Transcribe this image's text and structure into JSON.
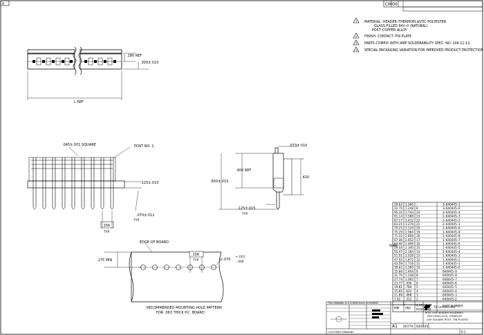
{
  "corner_tag": "0",
  "revision_block": {
    "cells": [
      "CM",
      "00"
    ]
  },
  "notes": [
    {
      "num": "1",
      "text": "MATERIAL: HEADER–THERMOPLASTIC POLYESTER"
    },
    {
      "num": "",
      "text": "GLASS-FILLED 94V–0 (NATURAL)"
    },
    {
      "num": "",
      "text": "POST–COPPER ALLOY"
    },
    {
      "num": "2",
      "text": "FINISH: CONTACT–TIN PLATE"
    },
    {
      "num": "3",
      "text": "PARTS COMPLY WITH AMP SOLDERABILITY SPEC. NO. 109-11-12."
    },
    {
      "num": "4",
      "text": "SPECIAL PACKAGING VARIATION FOR IMPROVED PRODUCT PROTECTION"
    }
  ],
  "top_view": {
    "dim_180": ".180 REF",
    "dim_300": ".300±.015",
    "dim_L": "L REF"
  },
  "front_view": {
    "dim_square": ".045±.001 SQUARE",
    "post_label": "POST NO. 1",
    "dim_125": ".125±.015",
    "dim_070": ".070±.012",
    "typ_1": "TYP",
    "dim_156": ".156",
    "typ_2": "TYP"
  },
  "side_view": {
    "dim_073": ".073±.010",
    "dim_400": ".400 REF",
    "dim_650": ".650±.015",
    "dim_420": ".420",
    "dim_125": ".125±.015",
    "typ": "TYP"
  },
  "hole_pattern": {
    "edge_label": "EDGE OF BOARD",
    "dim_156": ".156",
    "typ": "TYP",
    "dim_175": ".175 MIN",
    "dim_070": "∅.070",
    "tol_plus": "+.010",
    "tol_minus": "–.000",
    "caption_1": "RECOMMENDED MOUNTING HOLE PATTERN",
    "caption_2": "FOR .063 THICK P.C. BOARD"
  },
  "table": {
    "side_label": "NONE",
    "rows": [
      [
        "39.62",
        "1.560",
        "–",
        "3–640445–1"
      ],
      [
        "31.70",
        "1.248",
        "8",
        "3–640445–0"
      ],
      [
        "95.10",
        "3.744",
        "24",
        "2–640445–4"
      ],
      [
        "91.14",
        "3.588",
        "23",
        "2–640445–3"
      ],
      [
        "87.17",
        "3.432",
        "22",
        "2–640445–2"
      ],
      [
        "83.21",
        "3.276",
        "21",
        "2–640445–1"
      ],
      [
        "79.25",
        "3.120",
        "20",
        "2–640445–0"
      ],
      [
        "75.29",
        "2.964",
        "19",
        "1–640445–9"
      ],
      [
        "71.32",
        "2.808",
        "18",
        "1–640445–8"
      ],
      [
        "67.36",
        "2.652",
        "17",
        "1–640445–7"
      ],
      [
        "63.40",
        "2.496",
        "16",
        "1–640445–6"
      ],
      [
        "59.44",
        "2.340",
        "15",
        "1–640445–5"
      ],
      [
        "55.47",
        "2.184",
        "14",
        "1–640445–4"
      ],
      [
        "51.51",
        "2.028",
        "13",
        "1–640445–3"
      ],
      [
        "47.55",
        "1.872",
        "12",
        "1–640445–2"
      ],
      [
        "43.59",
        "1.716",
        "11",
        "1–640445–1"
      ],
      [
        "39.62",
        "1.560",
        "10",
        "1–640445–0"
      ],
      [
        "35.66",
        "1.404",
        "9",
        "640445–9"
      ],
      [
        "31.70",
        "1.248",
        "8",
        "640445–8"
      ],
      [
        "27.74",
        "1.092",
        "7",
        "640445–7"
      ],
      [
        "23.77",
        ".936",
        "6",
        "640445–6"
      ],
      [
        "19.81",
        ".780",
        "5",
        "640445–5"
      ],
      [
        "15.85",
        ".624",
        "4",
        "640445–4"
      ],
      [
        "11.89",
        ".468",
        "3",
        "640445–3"
      ],
      [
        "7.92",
        ".312",
        "2",
        "640445–2"
      ]
    ],
    "headers": [
      "MM",
      "[IN]",
      "NUMBER OF POSITIONS",
      "PART NUMBER"
    ],
    "header_L": "L"
  },
  "title_block": {
    "controlled": "THIS DRAWING IS A CONTROLLED DOCUMENT",
    "company": "TE Connectivity",
    "title_1": "MTA–156 HEADER ASSEMBLY,",
    "title_2": "FRICTION LOCK, STRAIGHT",
    "title_3": ".045 SQUARE POST, TIN PLATED",
    "size": "A1",
    "cage": "00779",
    "dwg_no": "640445",
    "customer_drawing": "CUSTOMER DRAWING",
    "scale": "6:1"
  }
}
